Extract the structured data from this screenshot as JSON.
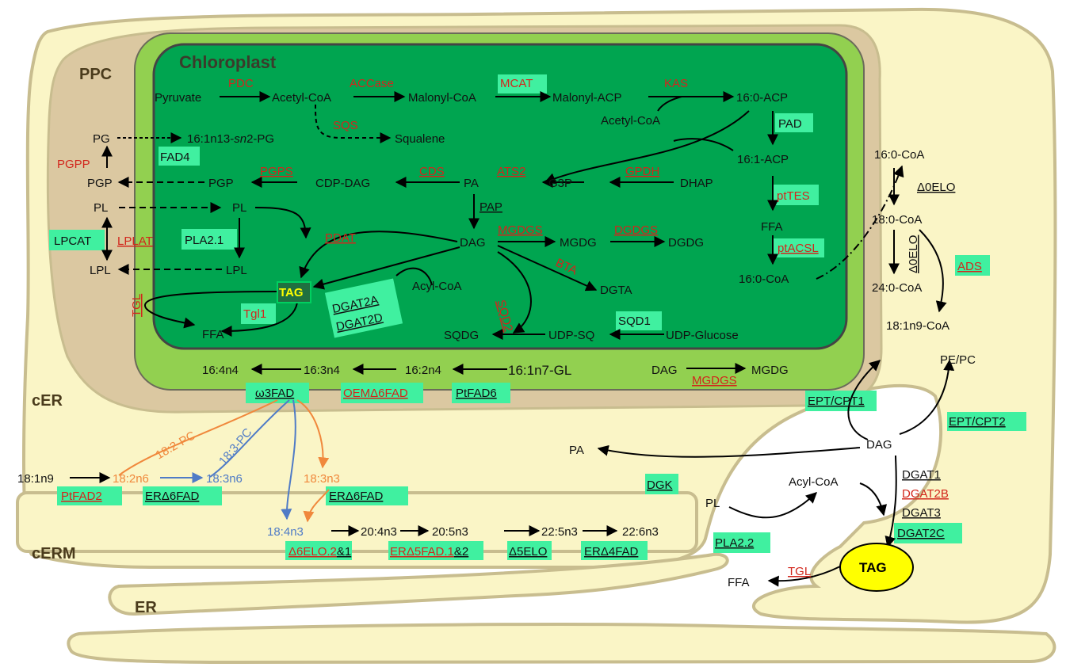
{
  "regions": {
    "ppc": "PPC",
    "chloroplast": "Chloroplast",
    "cer": "cER",
    "cerm": "cERM",
    "er": "ER"
  },
  "metabolites": {
    "pyruvate": "Pyruvate",
    "acetyl_coa": "Acetyl-CoA",
    "malonyl_coa": "Malonyl-CoA",
    "malonyl_acp": "Malonyl-ACP",
    "acp_16_0": "16:0-ACP",
    "acetyl_coa2": "Acetyl-CoA",
    "squalene": "Squalene",
    "pg": "PG",
    "pg_16_1_a": "16:1n13-",
    "pg_16_1_b": "sn",
    "pg_16_1_c": "2-PG",
    "acp_16_1": "16:1-ACP",
    "pgp_left": "PGP",
    "pgp": "PGP",
    "cdp_dag": "CDP-DAG",
    "pa": "PA",
    "g3p": "G3P",
    "dhap": "DHAP",
    "pl_left": "PL",
    "pl": "PL",
    "ffa_chl": "FFA",
    "dag": "DAG",
    "mgdg": "MGDG",
    "dgdg": "DGDG",
    "lpl_left": "LPL",
    "lpl": "LPL",
    "coa_16_0_chl": "16:0-CoA",
    "tag_chl": "TAG",
    "acyl_coa_chl": "Acyl-CoA",
    "dgta": "DGTA",
    "ffa_left": "FFA",
    "sqdg": "SQDG",
    "udp_sq": "UDP-SQ",
    "udp_glucose": "UDP-Glucose",
    "n4_16_4": "16:4n4",
    "n4_16_3": "16:3n4",
    "n4_16_2": "16:2n4",
    "gl_16_1": "16:1n7-GL",
    "dag_mgdg": "DAG",
    "mgdg_out": "MGDG",
    "coa_16_0_er": "16:0-CoA",
    "coa_18_0": "18:0-CoA",
    "coa_24_0": "24:0-CoA",
    "coa_18_1": "18:1n9-CoA",
    "pe_pc": "PE/PC",
    "dag_er": "DAG",
    "pa_er": "PA",
    "acyl_coa_er": "Acyl-CoA",
    "pl_er": "PL",
    "tag_er": "TAG",
    "ffa_er": "FFA",
    "fa_18_1n9": "18:1n9",
    "fa_18_2n6": "18:2n6",
    "fa_18_3n6": "18:3n6",
    "fa_18_3n3": "18:3n3",
    "fa_18_4n3": "18:4n3",
    "fa_20_4n3": "20:4n3",
    "fa_20_5n3": "20:5n3",
    "fa_22_5n3": "22:5n3",
    "fa_22_6n3": "22:6n3",
    "pc_18_2": "18:2-PC",
    "pc_18_3": "18:3-PC"
  },
  "enzymes": {
    "pdc": "PDC",
    "accase": "ACCase",
    "mcat": "MCAT",
    "kas": "KAS",
    "sqs": "SQS",
    "pad": "PAD",
    "fad4": "FAD4",
    "pgpp": "PGPP",
    "pgps": "PGPS",
    "cds": "CDS",
    "ats2": "ATS2",
    "gpdh": "GPDH",
    "pttes": "ptTES",
    "pap": "PAP",
    "mgdgs": "MGDGS",
    "dgdgs": "DGDGS",
    "lpcat": "LPCAT",
    "lplat": "LPLAT",
    "pla2_1": "PLA2.1",
    "pdat": "PDAT",
    "bta": "BTA",
    "ptacsl": "ptACSL",
    "dgat2a": "DGAT2A",
    "dgat2d": "DGAT2D",
    "tgl_left": "TGL",
    "tgl1": "Tgl1",
    "sqd2": "SQD2",
    "sqd1": "SQD1",
    "w3fad": "ω3FAD",
    "oemd6fad": "OEMΔ6FAD",
    "ptfad6": "PtFAD6",
    "mgdgs_out": "MGDGS",
    "d0elo_a": "Δ0ELO",
    "d0elo_b": "Δ0ELO",
    "ads": "ADS",
    "ept_cpt1": "EPT/CPT1",
    "ept_cpt2": "EPT/CPT2",
    "dgk": "DGK",
    "dgat1": "DGAT1",
    "dgat2b": "DGAT2B",
    "dgat3": "DGAT3",
    "dgat2c": "DGAT2C",
    "pla2_2": "PLA2.2",
    "tgl_er": "TGL",
    "ptfad2": "PtFAD2",
    "erd6fad_a": "ERΔ6FAD",
    "erd6fad_b": "ERΔ6FAD",
    "d6elo_a": "Δ6ELO.2",
    "d6elo_b": "&1",
    "erd5fad_a": "ERΔ5FAD.1",
    "erd5fad_b": "&2",
    "d5elo": "Δ5ELO",
    "erd4fad": "ERΔ4FAD"
  },
  "colors": {
    "cytoplasm": "#faf5c6",
    "membrane": "#c8bd8f",
    "ppc": "#dbc8a1",
    "chloroplast_outer": "#92d050",
    "stroma": "#00a550",
    "label_box": "#40f0a0",
    "enzyme_red": "#d2261c",
    "tag_yellow": "#ffff00"
  }
}
